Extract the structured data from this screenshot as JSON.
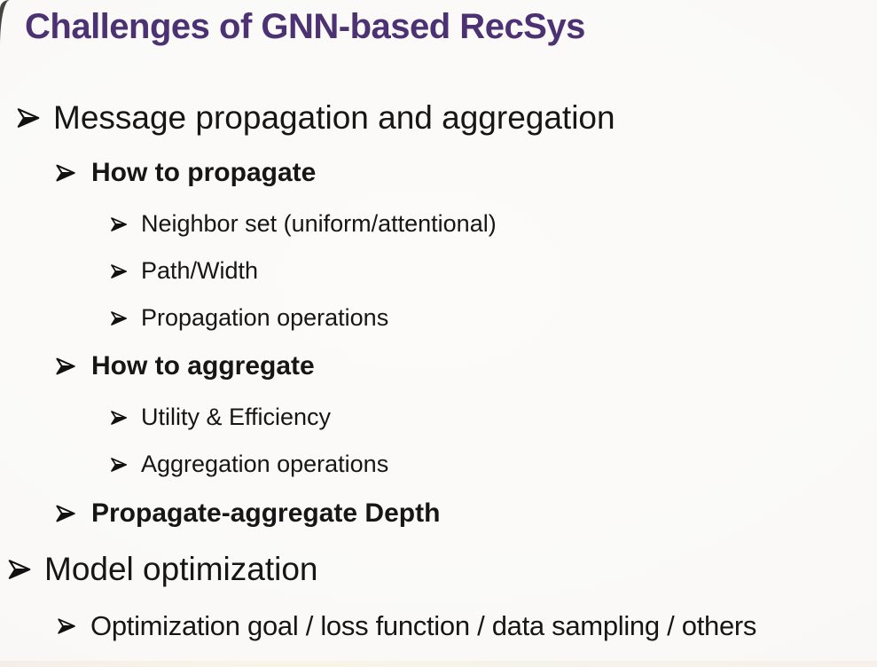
{
  "slide": {
    "title": "Challenges of GNN-based RecSys",
    "bullets": [
      {
        "level": 1,
        "bold": false,
        "text": "Message propagation and aggregation"
      },
      {
        "level": 2,
        "bold": true,
        "text": "How to propagate"
      },
      {
        "level": 3,
        "bold": false,
        "text": "Neighbor set (uniform/attentional)"
      },
      {
        "level": 3,
        "bold": false,
        "text": "Path/Width"
      },
      {
        "level": 3,
        "bold": false,
        "text": "Propagation operations"
      },
      {
        "level": 2,
        "bold": true,
        "text": "How to aggregate"
      },
      {
        "level": 3,
        "bold": false,
        "text": "Utility & Efficiency"
      },
      {
        "level": 3,
        "bold": false,
        "text": "Aggregation operations"
      },
      {
        "level": 2,
        "bold": true,
        "text": "Propagate-aggregate Depth"
      },
      {
        "level": 1,
        "bold": false,
        "text": "Model optimization"
      },
      {
        "level": 2,
        "bold": false,
        "text": "Optimization goal / loss function / data sampling / others"
      }
    ],
    "icons": {
      "bullet": "three-d-top-lighted-right-arrowhead-icon"
    },
    "colors": {
      "title": "#4d3273",
      "text": "#161616",
      "background": "#faf9f7",
      "corner": "#45443e"
    }
  }
}
